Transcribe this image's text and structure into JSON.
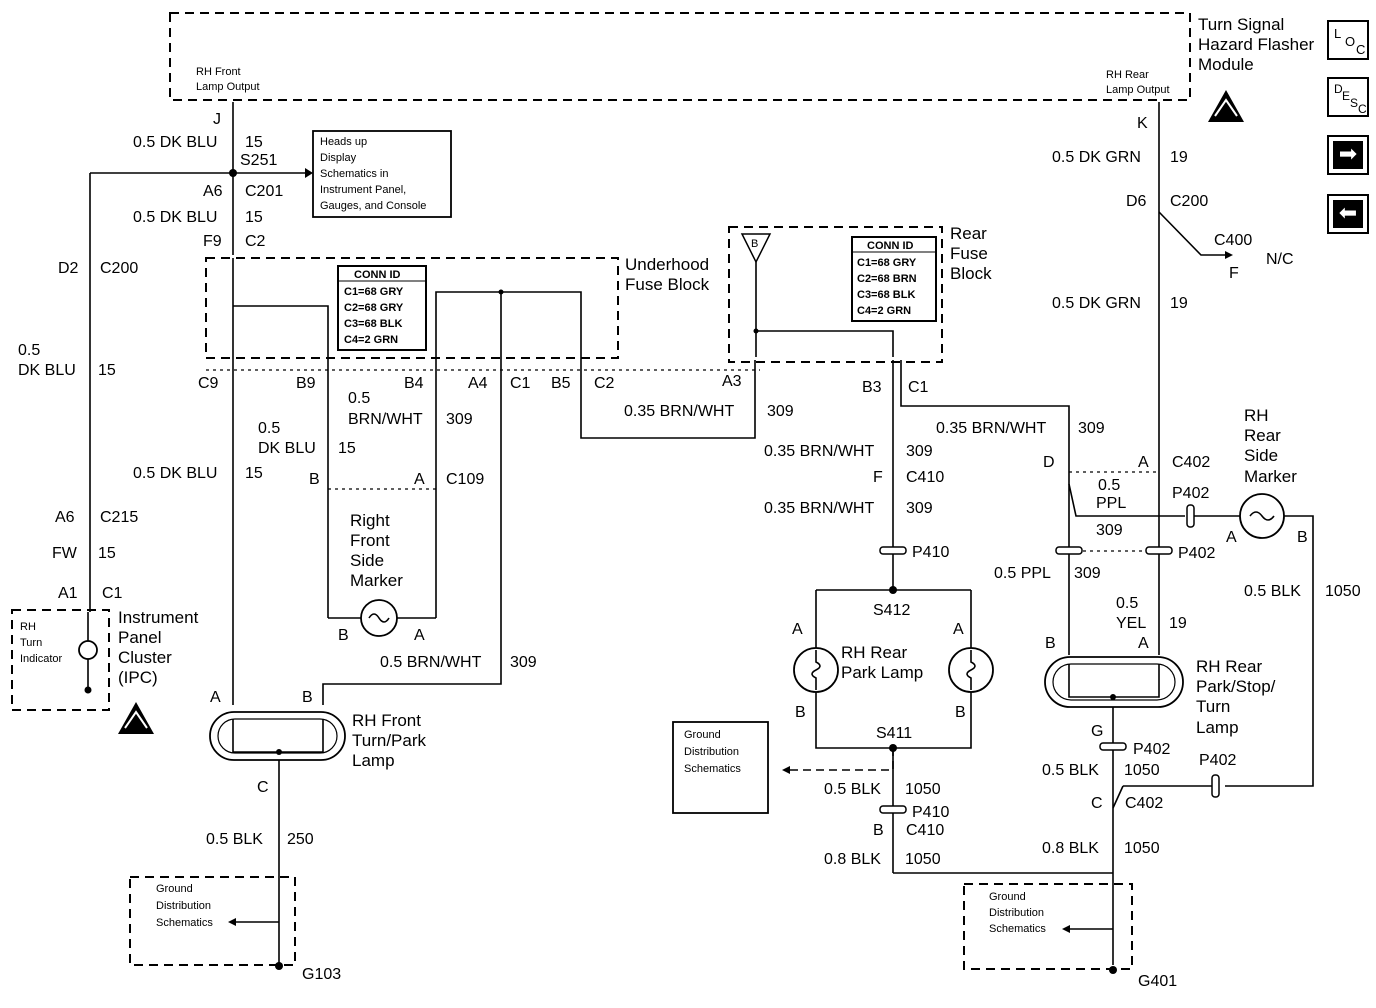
{
  "nav": {
    "loc": [
      "L",
      "O",
      "C"
    ],
    "desc": [
      "D",
      "E",
      "S",
      "C"
    ],
    "forward": "➡",
    "back": "⬅"
  },
  "modules": {
    "flasher_title": [
      "Turn Signal",
      "Hazard Flasher",
      "Module"
    ],
    "rh_front_output": [
      "RH Front",
      "Lamp Output"
    ],
    "rh_rear_output": [
      "RH Rear",
      "Lamp Output"
    ],
    "hud_note": [
      "Heads up",
      "Display",
      "Schematics in",
      "Instrument Panel,",
      "Gauges, and Console"
    ],
    "underhood_title": [
      "Underhood",
      "Fuse Block"
    ],
    "rear_fuse_title": [
      "Rear",
      "Fuse",
      "Block"
    ],
    "ipc_title": [
      "Instrument",
      "Panel",
      "Cluster",
      "(IPC)"
    ],
    "ipc_inner": [
      "RH",
      "Turn",
      "Indicator"
    ],
    "ground_dist": [
      "Ground",
      "Distribution",
      "Schematics"
    ]
  },
  "conn_ids": {
    "underhood": {
      "title": "CONN ID",
      "rows": [
        "C1=68 GRY",
        "C2=68 GRY",
        "C3=68 BLK",
        "C4=2 GRN"
      ]
    },
    "rear": {
      "title": "CONN ID",
      "rows": [
        "C1=68 GRY",
        "C2=68 BRN",
        "C3=68 BLK",
        "C4=2 GRN"
      ]
    }
  },
  "components": {
    "right_front_side_marker": [
      "Right",
      "Front",
      "Side",
      "Marker"
    ],
    "rh_front_turn_park": [
      "RH Front",
      "Turn/Park",
      "Lamp"
    ],
    "rh_rear_park": [
      "RH Rear",
      "Park Lamp"
    ],
    "rh_rear_side_marker": [
      "RH",
      "Rear",
      "Side",
      "Marker"
    ],
    "rh_rear_park_stop_turn": [
      "RH Rear",
      "Park/Stop/",
      "Turn",
      "Lamp"
    ]
  },
  "labels": {
    "J": "J",
    "K": "K",
    "S251": "S251",
    "C201": "C201",
    "A6": "A6",
    "F9": "F9",
    "C2": "C2",
    "D2": "D2",
    "C200": "C200",
    "C9": "C9",
    "B9": "B9",
    "B4": "B4",
    "A4": "A4",
    "C1": "C1",
    "B5": "B5",
    "A3": "A3",
    "B3": "B3",
    "D6": "D6",
    "C400": "C400",
    "F": "F",
    "NC": "N/C",
    "C410": "C410",
    "P410": "P410",
    "S412": "S412",
    "S411": "S411",
    "D": "D",
    "A": "A",
    "B": "B",
    "C402": "C402",
    "P402": "P402",
    "C109": "C109",
    "C215": "C215",
    "A1": "A1",
    "FW": "FW",
    "C": "C",
    "G": "G",
    "G103": "G103",
    "G401": "G401",
    "Bsym": "B"
  },
  "wires": {
    "dkblu_05": "0.5 DK BLU",
    "n15": "15",
    "dkgrn_05": "0.5 DK GRN",
    "n19": "19",
    "p05": "0.5",
    "dkblu": "DK BLU",
    "brnwht": "BRN/WHT",
    "n309": "309",
    "brnwht_035": "0.35 BRN/WHT",
    "brnwht_05": "0.5 BRN/WHT",
    "ppl": "PPL",
    "ppl_05": "0.5 PPL",
    "yel": "YEL",
    "blk_05": "0.5 BLK",
    "blk_08": "0.8 BLK",
    "n1050": "1050",
    "n250": "250",
    "fw15": "15"
  }
}
